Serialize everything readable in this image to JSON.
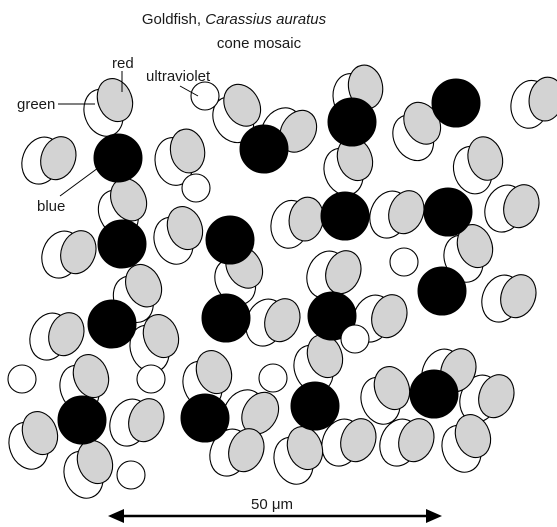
{
  "title": {
    "line1_prefix": "Goldfish, ",
    "line1_species": "Carassius auratus",
    "line2": "cone mosaic"
  },
  "labels": {
    "red": "red",
    "green": "green",
    "ultraviolet": "ultraviolet",
    "blue": "blue"
  },
  "scale_bar": {
    "value": "50",
    "unit": "μm"
  },
  "colors": {
    "blue_cone": "#000000",
    "red_cone": "#d3d3d3",
    "green_cone": "#ffffff",
    "ultraviolet_cone": "#ffffff",
    "outline": "#000000"
  }
}
